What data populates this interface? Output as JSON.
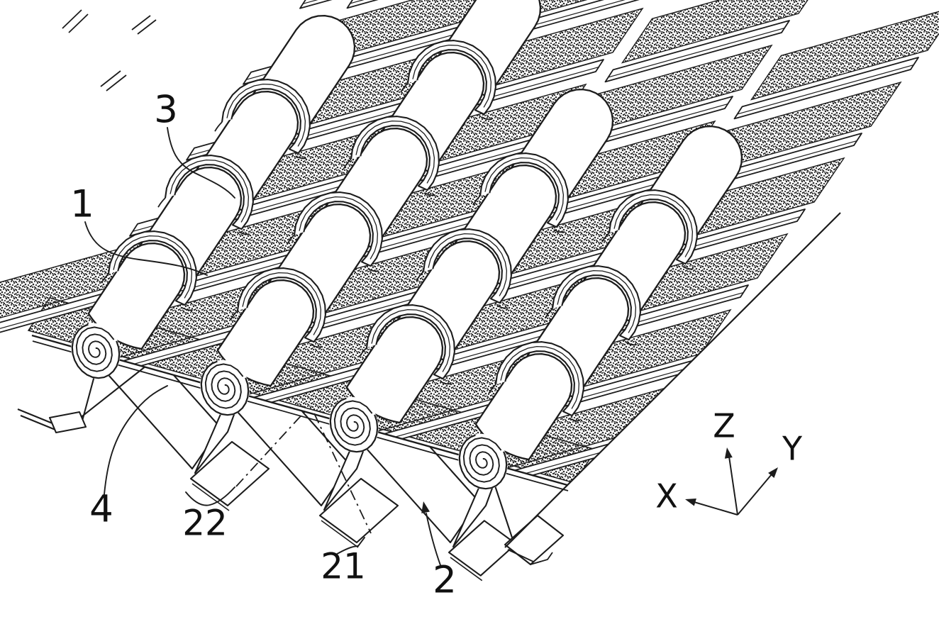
{
  "figure": {
    "kind": "patent-style perspective line drawing of a cylinder-array assembly on a plate with corrugated support sheet",
    "background": "#ffffff",
    "ink": "#1c1c1c",
    "stipple": "#2b2b2b",
    "rows_of_cylinders": 4
  },
  "reference_labels": {
    "r1": "1",
    "r2": "2",
    "r3": "3",
    "r4": "4",
    "r21": "21",
    "r22": "22"
  },
  "axis_labels": {
    "x": "X",
    "y": "Y",
    "z": "Z"
  }
}
